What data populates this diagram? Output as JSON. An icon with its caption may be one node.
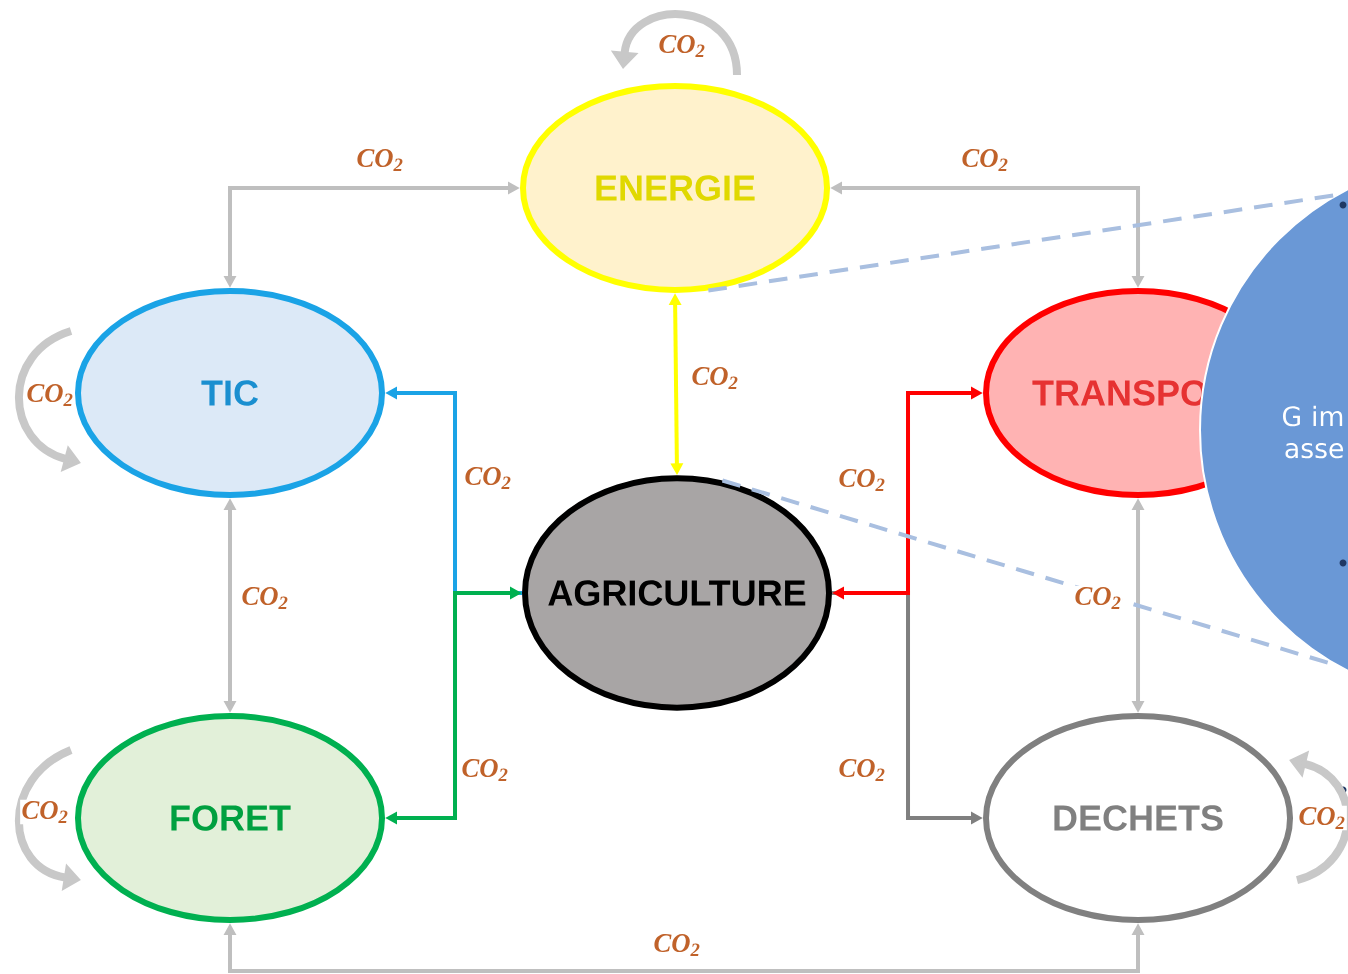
{
  "diagram": {
    "nodes": [
      {
        "text": [
          "ENERGIE"
        ]
      },
      {
        "text": [
          "TIC"
        ]
      },
      {
        "text": [
          "TRANSPO"
        ]
      },
      {
        "text": [
          "AGRICULTURE"
        ]
      },
      {
        "text": [
          "FORET"
        ]
      },
      {
        "text": [
          "DECHETS"
        ]
      },
      {
        "text": [
          "G im asse"
        ]
      }
    ],
    "edges": [
      {
        "from": 0,
        "to": 1,
        "arrow": "both",
        "label": "CO$_{2}$"
      },
      {
        "from": 0,
        "to": 2,
        "arrow": "both",
        "label": "CO$_{2}$"
      },
      {
        "from": 0,
        "to": 3,
        "arrow": "both",
        "label": "CO$_{2}$",
        "color": "#ffff00"
      },
      {
        "from": 1,
        "to": 4,
        "arrow": "both",
        "label": "CO$_{2}$"
      },
      {
        "from": 2,
        "to": 5,
        "arrow": "both",
        "label": "CO$_{2}$"
      },
      {
        "from": 4,
        "to": 5,
        "arrow": "both",
        "label": "CO$_{2}$"
      },
      {
        "from": 3,
        "to": 1,
        "arrow": "to",
        "label": "CO$_{2}$",
        "color": "#1aa3e6"
      },
      {
        "from": 4,
        "to": 3,
        "arrow": "both",
        "label": "CO$_{2}$",
        "color": "#00b050"
      },
      {
        "from": 3,
        "to": 5,
        "arrow": "to",
        "label": "CO$_{2}$",
        "color": "#7f7f7f"
      },
      {
        "from": 3,
        "to": 2,
        "arrow": "both",
        "label": "CO$_{2}$",
        "color": "#ff0000"
      },
      {
        "from": 0,
        "to": 0,
        "arrow": "to",
        "label": "CO$_{2}$",
        "style": "thick",
        "color": "#c8c8c8"
      },
      {
        "from": 1,
        "to": 1,
        "arrow": "to",
        "label": "CO$_{2}$",
        "style": "thick",
        "color": "#c8c8c8"
      },
      {
        "from": 4,
        "to": 4,
        "arrow": "to",
        "label": "CO$_{2}$",
        "style": "thick",
        "color": "#c8c8c8"
      },
      {
        "from": 5,
        "to": 5,
        "arrow": "to",
        "label": "CO$_{2}$",
        "style": "thick",
        "color": "#c8c8c8"
      },
      {
        "from": 0,
        "to": 6,
        "arrow": "none",
        "style": "dashed",
        "color": "#a9bfe0"
      },
      {
        "from": 3,
        "to": 6,
        "arrow": "none",
        "style": "dashed",
        "color": "#a9bfe0"
      }
    ]
  }
}
